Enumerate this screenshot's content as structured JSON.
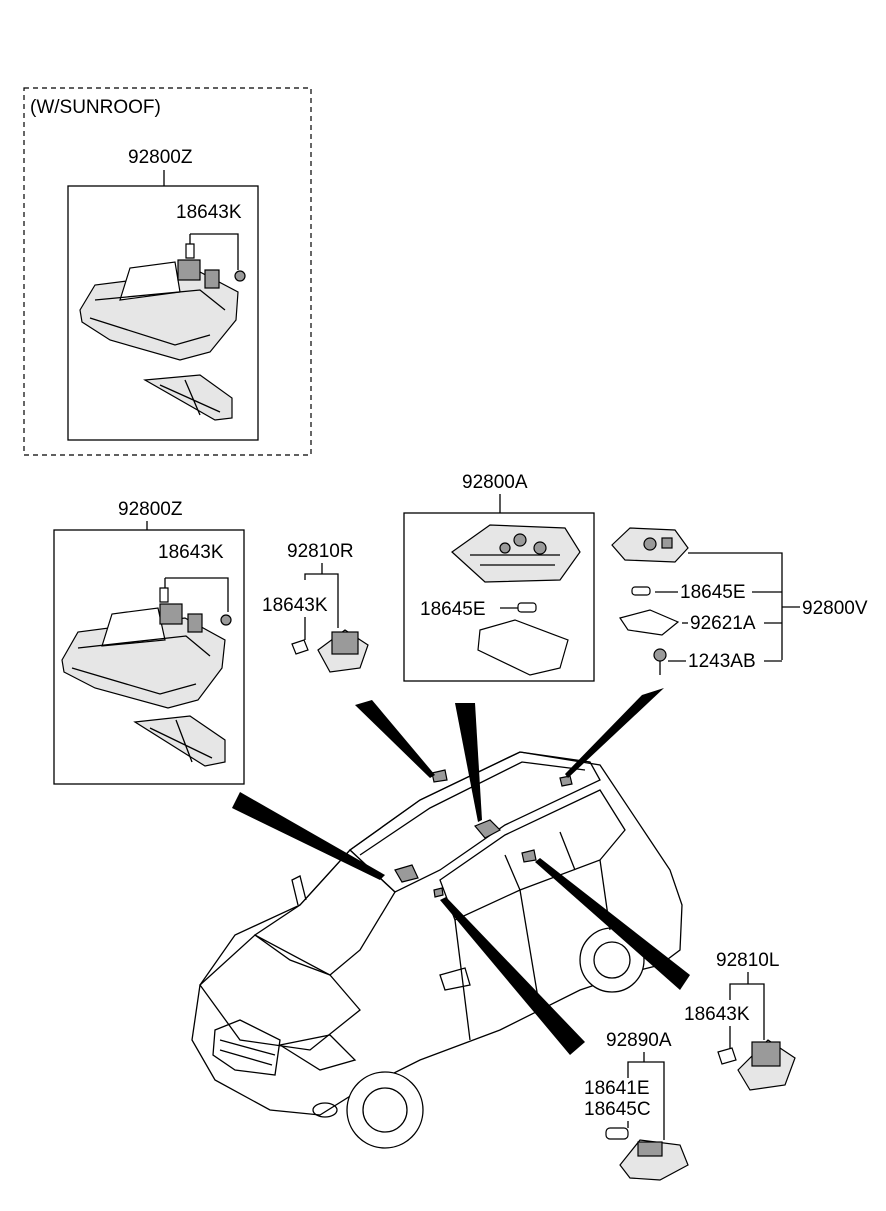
{
  "labels": {
    "sunroof_note": "(W/SUNROOF)",
    "sunroof_assy": "92800Z",
    "sunroof_bulb": "18643K",
    "front_assy": "92800Z",
    "front_bulb": "18643K",
    "vanity_r": "92810R",
    "vanity_r_bulb": "18643K",
    "room_lamp": "92800A",
    "room_lamp_bulb": "18645E",
    "rear_bulb": "18645E",
    "rear_lens": "92621A",
    "rear_screw": "1243AB",
    "rear_assy": "92800V",
    "vanity_l": "92810L",
    "vanity_l_bulb": "18643K",
    "cargo_lamp": "92890A",
    "cargo_bulb_1": "18641E",
    "cargo_bulb_2": "18645C"
  }
}
